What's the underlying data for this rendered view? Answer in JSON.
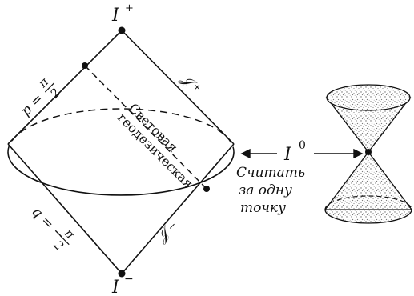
{
  "labels": {
    "i_plus": "I",
    "i_plus_sup": "+",
    "i_minus": "I",
    "i_minus_sup": "−",
    "i_zero": "I",
    "i_zero_sup": "0",
    "scri_plus": "𝒥",
    "scri_plus_sub": "+",
    "scri_minus": "𝒥",
    "scri_minus_sub": "−",
    "p_eq": "p =",
    "p_num": "π",
    "p_den": "2",
    "q_eq": "q = −",
    "q_num": "π",
    "q_den": "2",
    "geodesic_line1": "Световая",
    "geodesic_line2": "геодезическая",
    "note_line1": "Считать",
    "note_line2": "за одну",
    "note_line3": "точку"
  },
  "colors": {
    "ink": "#111111",
    "dot": "#7a7a7a"
  }
}
